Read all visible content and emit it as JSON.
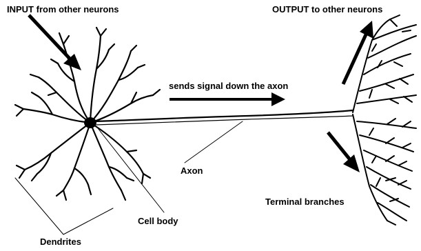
{
  "labels": {
    "input": "INPUT from other neurons",
    "output": "OUTPUT to other neurons",
    "signal": "sends signal down the axon",
    "axon": "Axon",
    "terminal_branches": "Terminal branches",
    "cell_body": "Cell body",
    "dendrites": "Dendrites"
  },
  "colors": {
    "ink": "#000000",
    "background": "#ffffff"
  }
}
